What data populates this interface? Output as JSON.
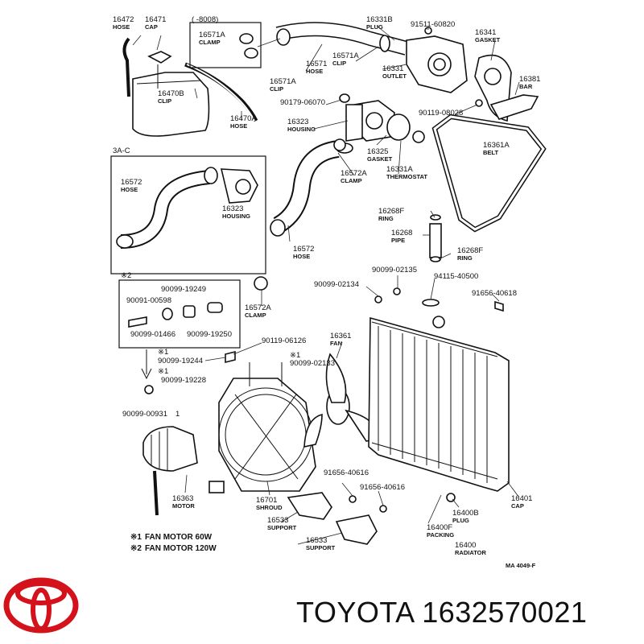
{
  "brand": {
    "name": "TOYOTA",
    "part_number": "1632570021",
    "logo_color": "#d3121c"
  },
  "diagram": {
    "labels": [
      {
        "id": "l1",
        "code": "16472",
        "desc": "HOSE"
      },
      {
        "id": "l2",
        "code": "16471",
        "desc": "CAP"
      },
      {
        "id": "l3",
        "code": "(      -8008)",
        "desc": ""
      },
      {
        "id": "l4",
        "code": "16571A",
        "desc": "CLAMP"
      },
      {
        "id": "l5",
        "code": "16331B",
        "desc": "PLUG"
      },
      {
        "id": "l6",
        "code": "91511-60820",
        "desc": ""
      },
      {
        "id": "l7",
        "code": "16341",
        "desc": "GASKET"
      },
      {
        "id": "l8",
        "code": "16571A",
        "desc": "CLIP"
      },
      {
        "id": "l9",
        "code": "16571",
        "desc": "HOSE"
      },
      {
        "id": "l10",
        "code": "16331",
        "desc": "OUTLET"
      },
      {
        "id": "l11",
        "code": "16571A",
        "desc": "CLIP"
      },
      {
        "id": "l12",
        "code": "16381",
        "desc": "BAR"
      },
      {
        "id": "l13",
        "code": "16470B",
        "desc": "CLIP"
      },
      {
        "id": "l14",
        "code": "90179-06070",
        "desc": ""
      },
      {
        "id": "l15",
        "code": "90119-08028",
        "desc": ""
      },
      {
        "id": "l16",
        "code": "16470A",
        "desc": "HOSE"
      },
      {
        "id": "l17",
        "code": "16323",
        "desc": "HOUSING"
      },
      {
        "id": "l18",
        "code": "16361A",
        "desc": "BELT"
      },
      {
        "id": "l19",
        "code": "3A-C",
        "desc": ""
      },
      {
        "id": "l20",
        "code": "16325",
        "desc": "GASKET"
      },
      {
        "id": "l21",
        "code": "16572A",
        "desc": "CLAMP"
      },
      {
        "id": "l22",
        "code": "16331A",
        "desc": "THERMOSTAT"
      },
      {
        "id": "l23",
        "code": "16572",
        "desc": "HOSE"
      },
      {
        "id": "l24",
        "code": "16323",
        "desc": "HOUSING"
      },
      {
        "id": "l25",
        "code": "16268F",
        "desc": "RING"
      },
      {
        "id": "l26",
        "code": "16268",
        "desc": "PIPE"
      },
      {
        "id": "l27",
        "code": "16268F",
        "desc": "RING"
      },
      {
        "id": "l28",
        "code": "16572",
        "desc": "HOSE"
      },
      {
        "id": "l29",
        "code": "※2",
        "desc": ""
      },
      {
        "id": "l30",
        "code": "90099-02135",
        "desc": ""
      },
      {
        "id": "l31",
        "code": "94115-40500",
        "desc": ""
      },
      {
        "id": "l32",
        "code": "90099-19249",
        "desc": ""
      },
      {
        "id": "l33",
        "code": "90099-02134",
        "desc": ""
      },
      {
        "id": "l34",
        "code": "91656-40618",
        "desc": ""
      },
      {
        "id": "l35",
        "code": "90091-00598",
        "desc": ""
      },
      {
        "id": "l36",
        "code": "16572A",
        "desc": "CLAMP"
      },
      {
        "id": "l37",
        "code": "90099-01466",
        "desc": ""
      },
      {
        "id": "l38",
        "code": "90099-19250",
        "desc": ""
      },
      {
        "id": "l39",
        "code": "90119-06126",
        "desc": ""
      },
      {
        "id": "l40",
        "code": "16361",
        "desc": "FAN"
      },
      {
        "id": "l41",
        "code": "※1",
        "desc": ""
      },
      {
        "id": "l42",
        "code": "90099-19244",
        "desc": ""
      },
      {
        "id": "l43",
        "code": "※1",
        "desc": ""
      },
      {
        "id": "l44",
        "code": "90099-02133",
        "desc": ""
      },
      {
        "id": "l45",
        "code": "※1",
        "desc": ""
      },
      {
        "id": "l46",
        "code": "90099-19228",
        "desc": ""
      },
      {
        "id": "l47",
        "code": "90099-00931",
        "desc": ""
      },
      {
        "id": "l48",
        "code": "1",
        "desc": ""
      },
      {
        "id": "l49",
        "code": "91656-40616",
        "desc": ""
      },
      {
        "id": "l50",
        "code": "91656-40616",
        "desc": ""
      },
      {
        "id": "l51",
        "code": "16363",
        "desc": "MOTOR"
      },
      {
        "id": "l52",
        "code": "16701",
        "desc": "SHROUD"
      },
      {
        "id": "l53",
        "code": "16400B",
        "desc": "PLUG"
      },
      {
        "id": "l54",
        "code": "16533",
        "desc": "SUPPORT"
      },
      {
        "id": "l55",
        "code": "16400F",
        "desc": "PACKING"
      },
      {
        "id": "l56",
        "code": "16401",
        "desc": "CAP"
      },
      {
        "id": "l57",
        "code": "16400",
        "desc": "RADIATOR"
      },
      {
        "id": "l58",
        "code": "16533",
        "desc": "SUPPORT"
      },
      {
        "id": "l59",
        "code": "MA 4049-F",
        "desc": ""
      }
    ],
    "legend": [
      {
        "mark": "※1",
        "text": "FAN MOTOR 60W"
      },
      {
        "mark": "※2",
        "text": "FAN MOTOR 120W"
      }
    ]
  }
}
